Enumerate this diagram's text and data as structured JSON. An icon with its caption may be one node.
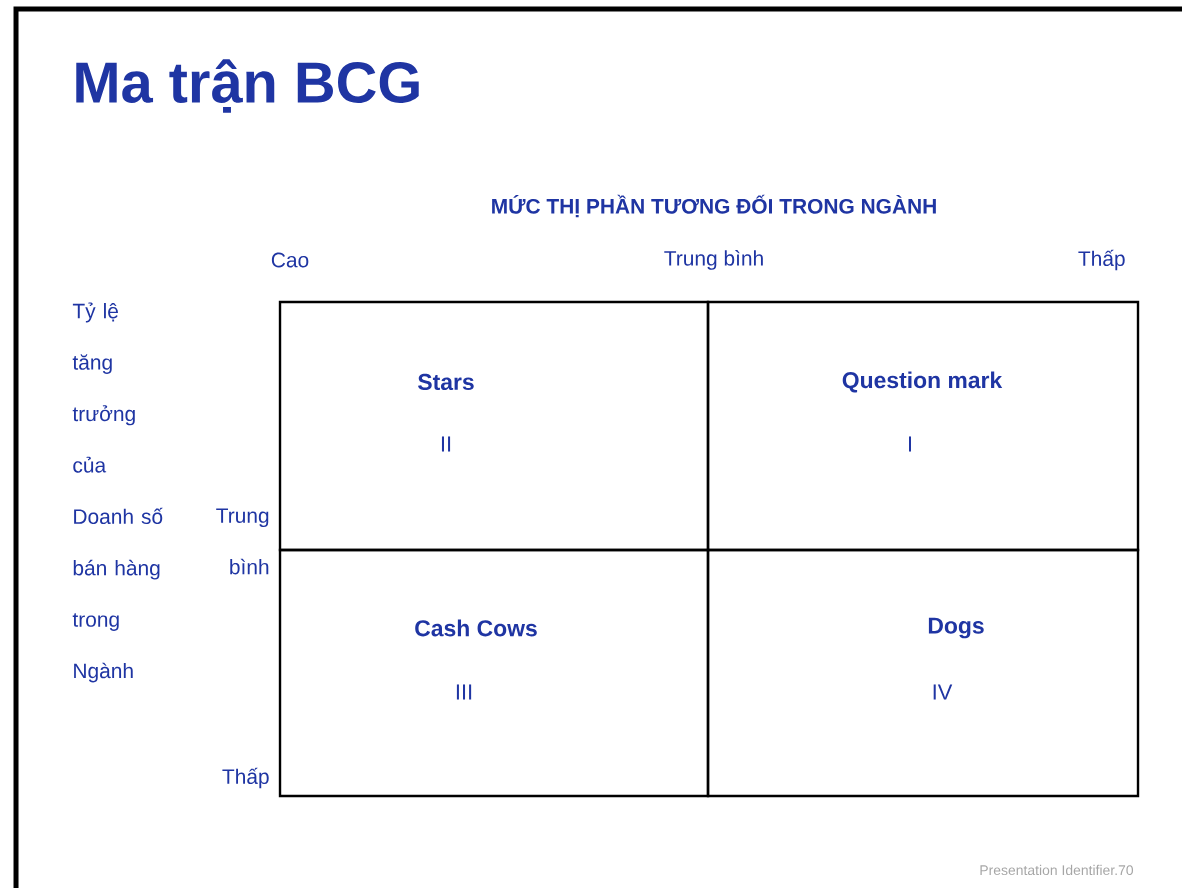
{
  "diagram": {
    "title": "Ma trận BCG",
    "nodes": [
      {
        "text": [
          "Stars",
          "II"
        ]
      },
      {
        "text": [
          "Question mark",
          "I"
        ]
      },
      {
        "text": [
          "Cash Cows",
          "III"
        ]
      },
      {
        "text": [
          "Dogs",
          "IV"
        ]
      }
    ],
    "labels": [
      "MỨC THỊ PHẦN TƯƠNG ĐỐI TRONG NGÀNH",
      "Cao",
      "Trung bình",
      "Thấp",
      "Tỷ lệ tăng trưởng của Doanh số bán hàng trong Ngành",
      "Trung bình",
      "Thấp",
      "Presentation Identifier.70"
    ]
  }
}
